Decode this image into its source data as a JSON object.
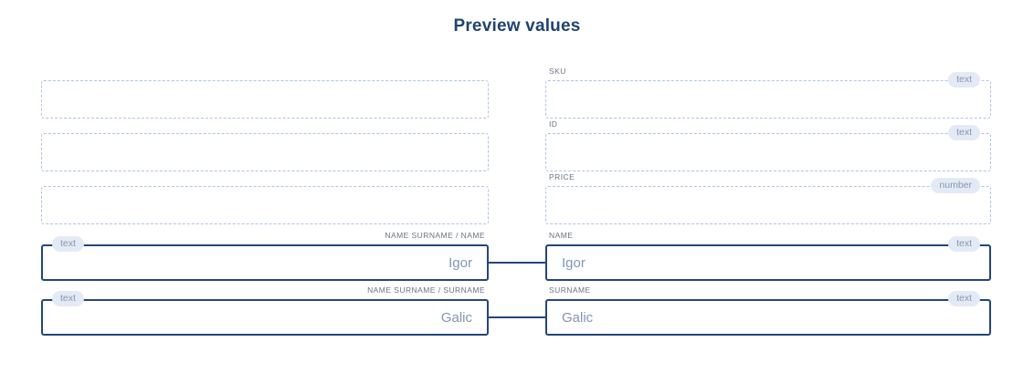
{
  "page": {
    "title": "Preview values"
  },
  "colors": {
    "title": "#1f4471",
    "solid_border": "#24467a",
    "dashed_border": "#aec3e8",
    "label_text": "#6b7280",
    "value_text": "#8296b4",
    "badge_bg": "#e4eaf5",
    "badge_text": "#8296b4",
    "background": "#ffffff"
  },
  "left_column": {
    "fields": [
      {
        "label": "",
        "value": "",
        "badge": "",
        "style": "dashed"
      },
      {
        "label": "",
        "value": "",
        "badge": "",
        "style": "dashed"
      },
      {
        "label": "",
        "value": "",
        "badge": "",
        "style": "dashed"
      },
      {
        "label": "NAME SURNAME / NAME",
        "value": "Igor",
        "badge": "text",
        "style": "solid"
      },
      {
        "label": "NAME SURNAME / SURNAME",
        "value": "Galic",
        "badge": "text",
        "style": "solid"
      }
    ]
  },
  "right_column": {
    "fields": [
      {
        "label": "SKU",
        "value": "",
        "badge": "text",
        "style": "dashed"
      },
      {
        "label": "ID",
        "value": "",
        "badge": "text",
        "style": "dashed"
      },
      {
        "label": "PRICE",
        "value": "",
        "badge": "number",
        "style": "dashed"
      },
      {
        "label": "NAME",
        "value": "Igor",
        "badge": "text",
        "style": "solid"
      },
      {
        "label": "SURNAME",
        "value": "Galic",
        "badge": "text",
        "style": "solid"
      }
    ]
  },
  "connectors": [
    {
      "from": "NAME SURNAME / NAME",
      "to": "NAME"
    },
    {
      "from": "NAME SURNAME / SURNAME",
      "to": "SURNAME"
    }
  ]
}
